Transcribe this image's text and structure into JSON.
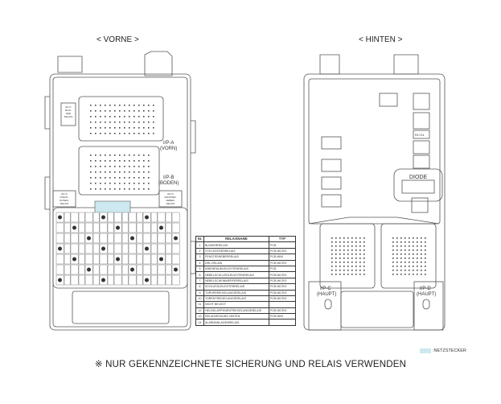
{
  "headers": {
    "front": "< VORNE >",
    "rear": "< HINTEN >"
  },
  "front_labels": {
    "ipa_1": "I/P-A",
    "ipa_2": "(VORN)",
    "ipb_1": "I/P-B",
    "ipb_2": "(BODEN)",
    "rly1": [
      "RLY1",
      "BLIN-",
      "KER",
      "RELAIS"
    ],
    "rly2": [
      "RLY2",
      "STECK-",
      "DOSEN-",
      "RELAIS"
    ],
    "rly3": [
      "RLY3",
      "FENSTER-",
      "HEBER-",
      "RELAIS"
    ]
  },
  "rear_labels": {
    "ipc_1": "I/P-C",
    "ipc_2": "(HAUPT)",
    "ipd_1": "I/P-D",
    "ipd_2": "(HAUPT)",
    "diode": "DIODE",
    "rly11": "RLY11"
  },
  "table": {
    "headers": [
      "Nr.",
      "RELAISNAME",
      "TYP"
    ],
    "rows": [
      [
        "1",
        "BLINKERRELAIS",
        "PCB"
      ],
      [
        "2",
        "STECKDOSENRELAIS",
        "PCB MICRO"
      ],
      [
        "3",
        "FENSTERHEBERRELAIS",
        "PCB MINI"
      ],
      [
        "4",
        "DRL-RELAIS",
        "PCB MICRO"
      ],
      [
        "5",
        "INNENRAUMLEUCHTENRELAIS",
        "PCB"
      ],
      [
        "6",
        "NEBELSCHLUSSLEUCHTENRELAIS",
        "PCB MICRO"
      ],
      [
        "7",
        "NEBELSCHEINWERFERRELAIS",
        "PCB MICRO"
      ],
      [
        "8",
        "SCHLUSSLEUCHTENRELAIS",
        "PCB MICRO"
      ],
      [
        "9",
        "TÜRVERRIEGELUNGSRELAIS",
        "PCB MICRO"
      ],
      [
        "10",
        "TÜRENTRIEGELUNGSRELAIS",
        "PCB MICRO"
      ],
      [
        "11",
        "NICHT BELEGT",
        ""
      ],
      [
        "12",
        "HECKKLAPPENENTRIEGELUNGSRELAIS",
        "PCB MICRO"
      ],
      [
        "13",
        "RELAISHEIZUNG HINTEN",
        "PCB MINI"
      ],
      [
        "14",
        "ALARMANLAGENRELAIS",
        "-"
      ]
    ]
  },
  "note": "※ NUR GEKENNZEICHNETE SICHERUNG UND RELAIS VERWENDEN",
  "legend": ":NETZSTECKER",
  "colors": {
    "highlight": "#cde8ef",
    "line": "#555555"
  }
}
